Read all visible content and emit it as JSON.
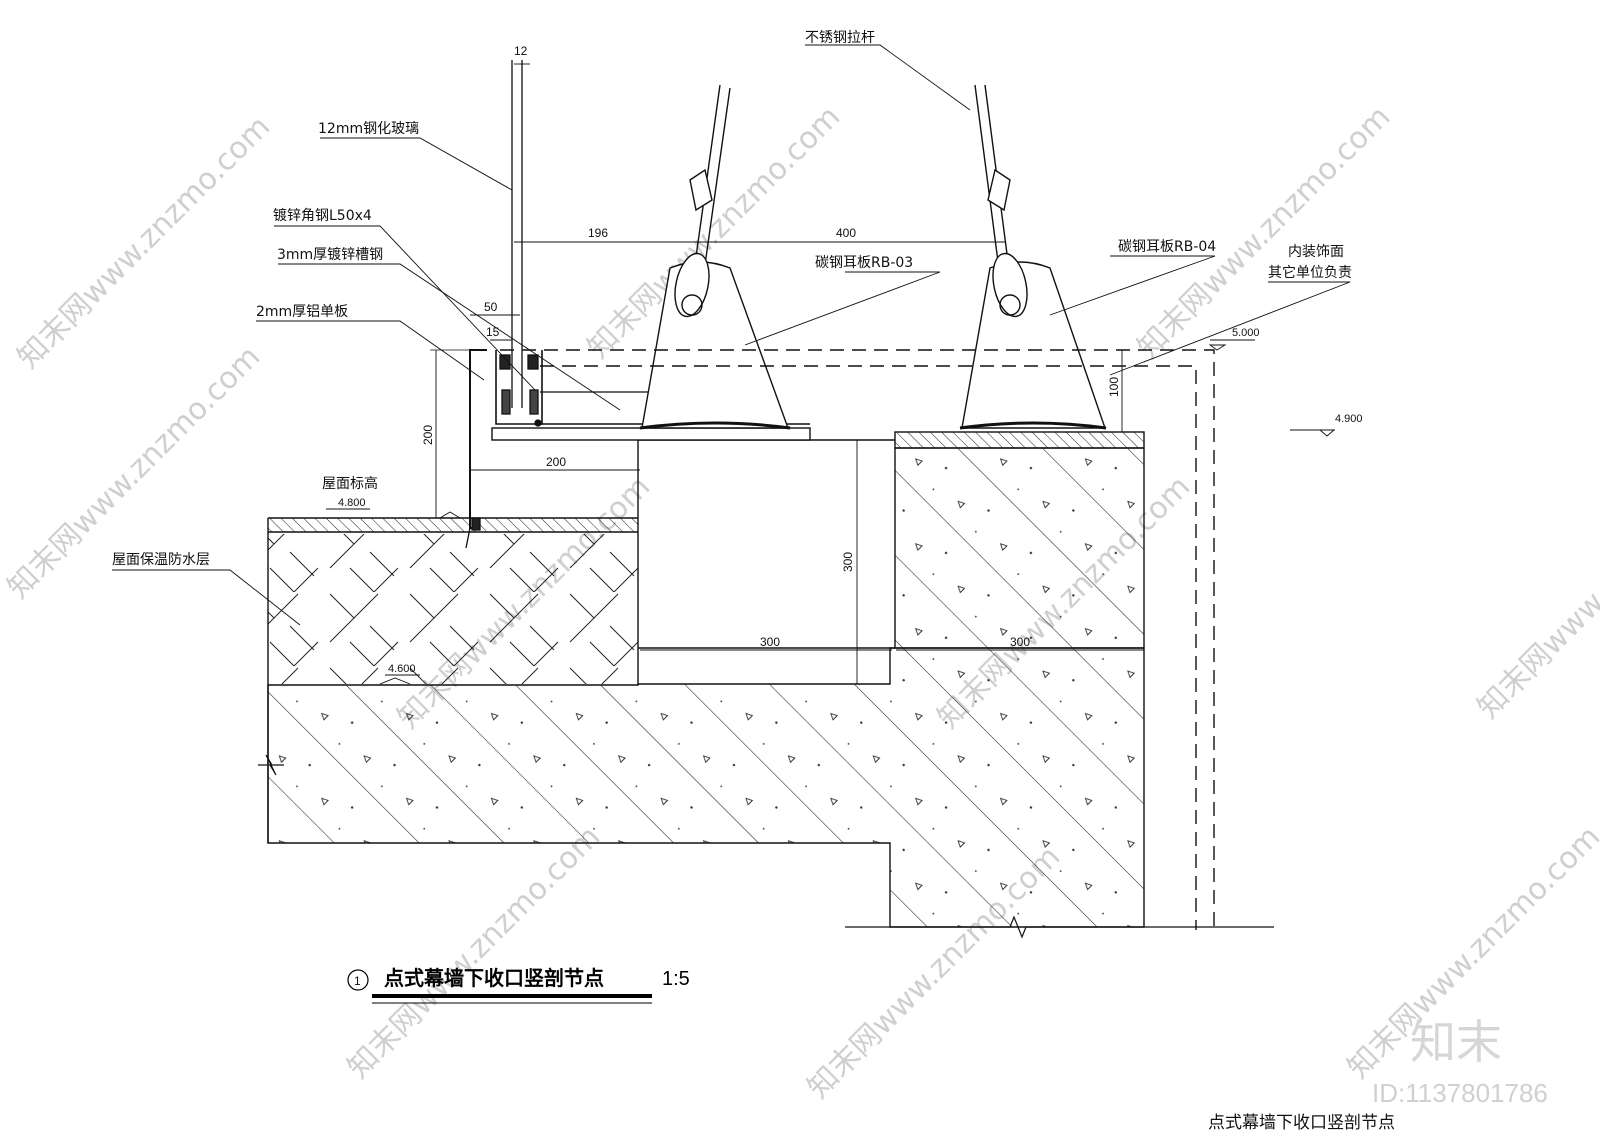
{
  "labels": {
    "stainless_rod": "不锈钢拉杆",
    "glass": "12mm钢化玻璃",
    "angle_steel": "镀锌角钢L50x4",
    "channel_steel": "3mm厚镀锌槽钢",
    "alu_panel": "2mm厚铝单板",
    "lug_rb03": "碳钢耳板RB-03",
    "lug_rb04": "碳钢耳板RB-04",
    "interior_1": "内装饰面",
    "interior_2": "其它单位负责",
    "roof_level": "屋面标高",
    "roof_insulation": "屋面保温防水层"
  },
  "dimensions": {
    "d12": "12",
    "d196": "196",
    "d400": "400",
    "d50": "50",
    "d15": "15",
    "d200v": "200",
    "d200h": "200",
    "d100": "100",
    "d300v": "300",
    "d300a": "300",
    "d300b": "300"
  },
  "elevations": {
    "e5000": "5.000",
    "e4900": "4.900",
    "e4800": "4.800",
    "e4600": "4.600"
  },
  "title": {
    "number": "1",
    "text": "点式幕墙下收口竖剖节点",
    "scale": "1:5"
  },
  "footer": "点式幕墙下收口竖剖节点",
  "watermark": {
    "text": "知末网www.znzmo.com",
    "brand": "知末",
    "id": "ID:1137801786"
  }
}
